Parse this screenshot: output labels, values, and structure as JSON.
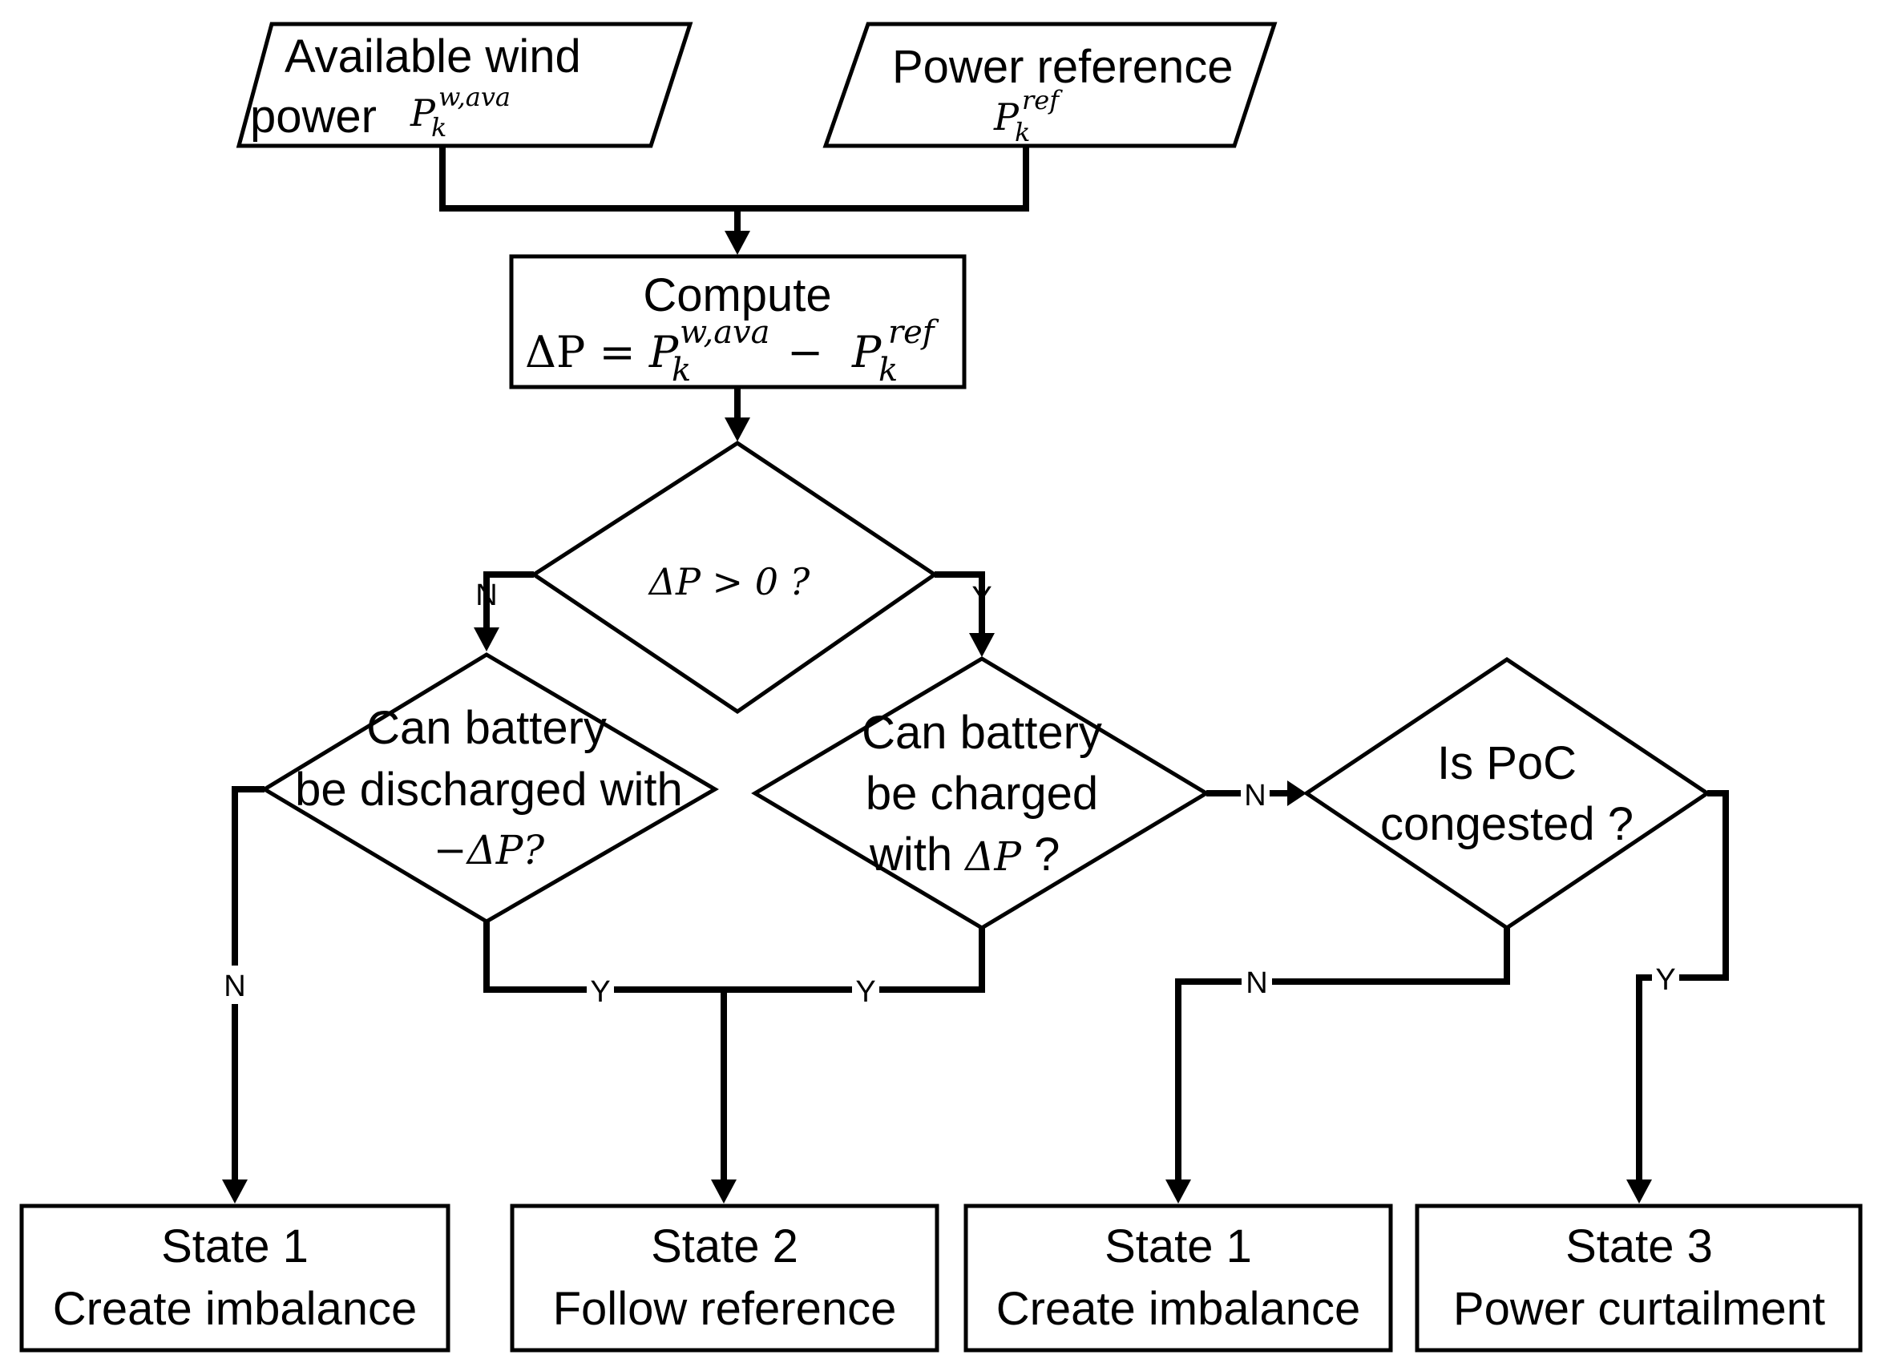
{
  "inputs": {
    "wind_line1": "Available wind",
    "wind_line2": "power",
    "wind_symbol": "P",
    "wind_sup": "w,ava",
    "wind_sub": "k",
    "ref_line1": "Power reference",
    "ref_symbol": "P",
    "ref_sup": "ref",
    "ref_sub": "k"
  },
  "compute": {
    "title": "Compute",
    "lhs": "ΔP = ",
    "p1": "P",
    "p1_sup": "w,ava",
    "p1_sub": "k",
    "minus": " − ",
    "p2": "P",
    "p2_sup": "ref",
    "p2_sub": "k"
  },
  "decision_main": {
    "text": "ΔP > 0 ?"
  },
  "decision_discharge": {
    "line1": "Can battery",
    "line2": "be discharged with",
    "line3": "−ΔP?"
  },
  "decision_charge": {
    "line1": "Can battery",
    "line2": "be charged",
    "line3_a": "with ",
    "line3_b": "ΔP",
    "line3_c": "   ?"
  },
  "decision_poc": {
    "line1": "Is PoC",
    "line2": "congested ?"
  },
  "branch_labels": {
    "main_no": "N",
    "main_yes": "Y",
    "discharge_no": "N",
    "discharge_yes": "Y",
    "charge_yes": "Y",
    "charge_no": "N",
    "poc_no": "N",
    "poc_yes": "Y"
  },
  "states": [
    {
      "title": "State 1",
      "desc": "Create imbalance"
    },
    {
      "title": "State 2",
      "desc": "Follow reference"
    },
    {
      "title": "State 1",
      "desc": "Create imbalance"
    },
    {
      "title": "State 3",
      "desc": "Power curtailment"
    }
  ]
}
